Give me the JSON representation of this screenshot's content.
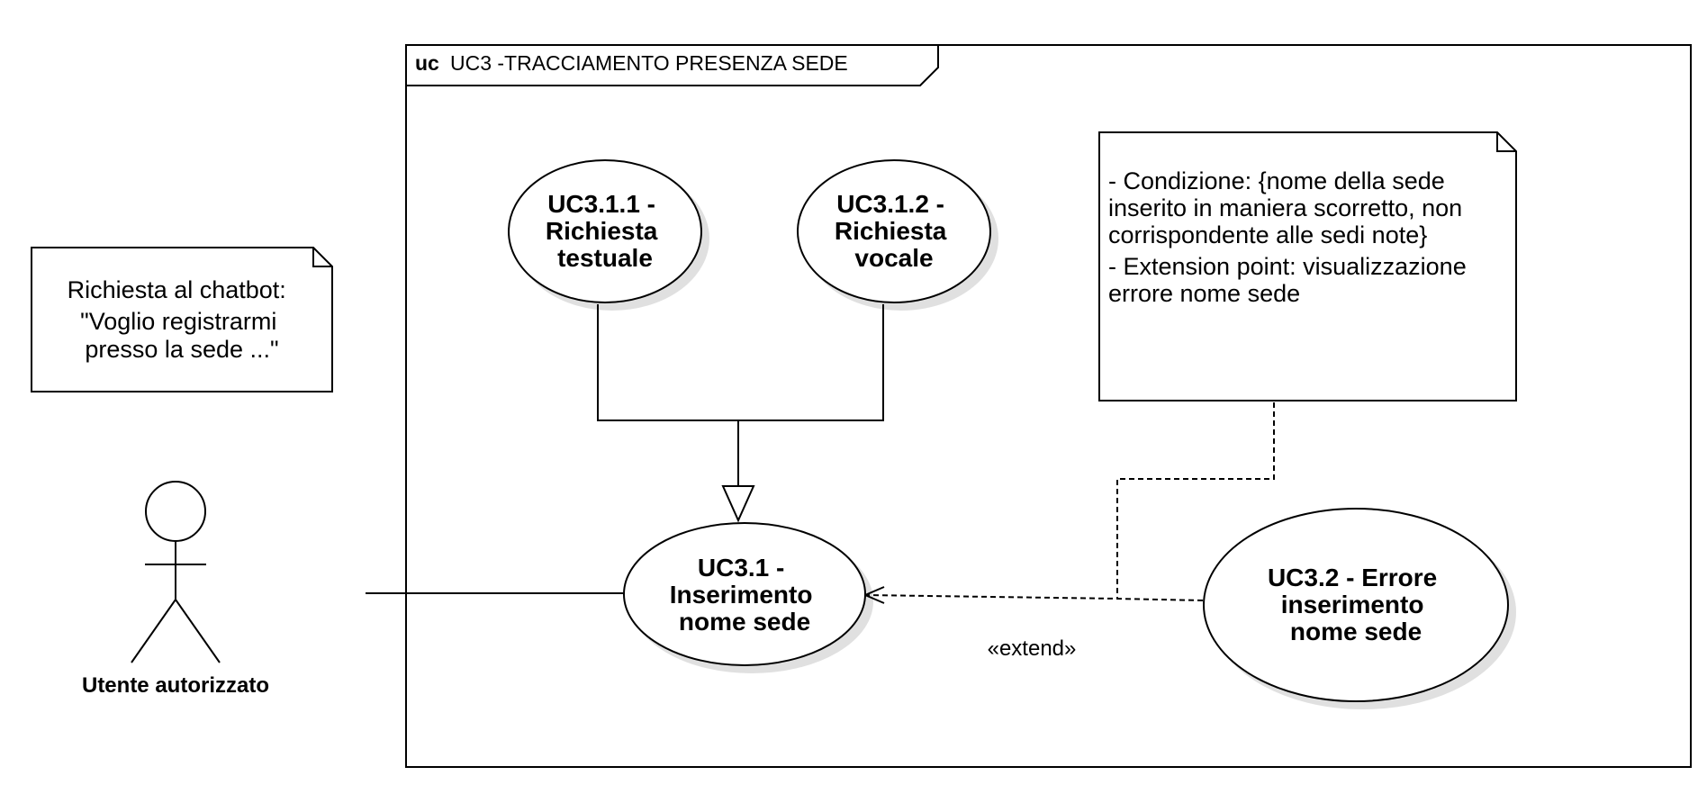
{
  "frame": {
    "keyword": "uc",
    "title": "UC3  -TRACCIAMENTO PRESENZA SEDE"
  },
  "actor": {
    "label": "Utente autorizzato"
  },
  "note_left": {
    "lines": [
      "Richiesta al chatbot:",
      "\"Voglio registrarmi",
      "presso la sede ...\""
    ]
  },
  "note_right": {
    "lines": [
      "- Condizione: {nome della sede",
      "inserito in maniera scorretto, non",
      "corrispondente alle sedi note}",
      "- Extension point: visualizzazione",
      "errore nome sede"
    ]
  },
  "usecases": {
    "uc311": {
      "lines": [
        "UC3.1.1 -",
        "Richiesta",
        "testuale"
      ]
    },
    "uc312": {
      "lines": [
        "UC3.1.2 -",
        "Richiesta",
        "vocale"
      ]
    },
    "uc31": {
      "lines": [
        "UC3.1 -",
        "Inserimento",
        "nome sede"
      ]
    },
    "uc32": {
      "lines": [
        "UC3.2 - Errore",
        "inserimento",
        "nome sede"
      ]
    }
  },
  "relations": {
    "extend_label": "«extend»"
  }
}
